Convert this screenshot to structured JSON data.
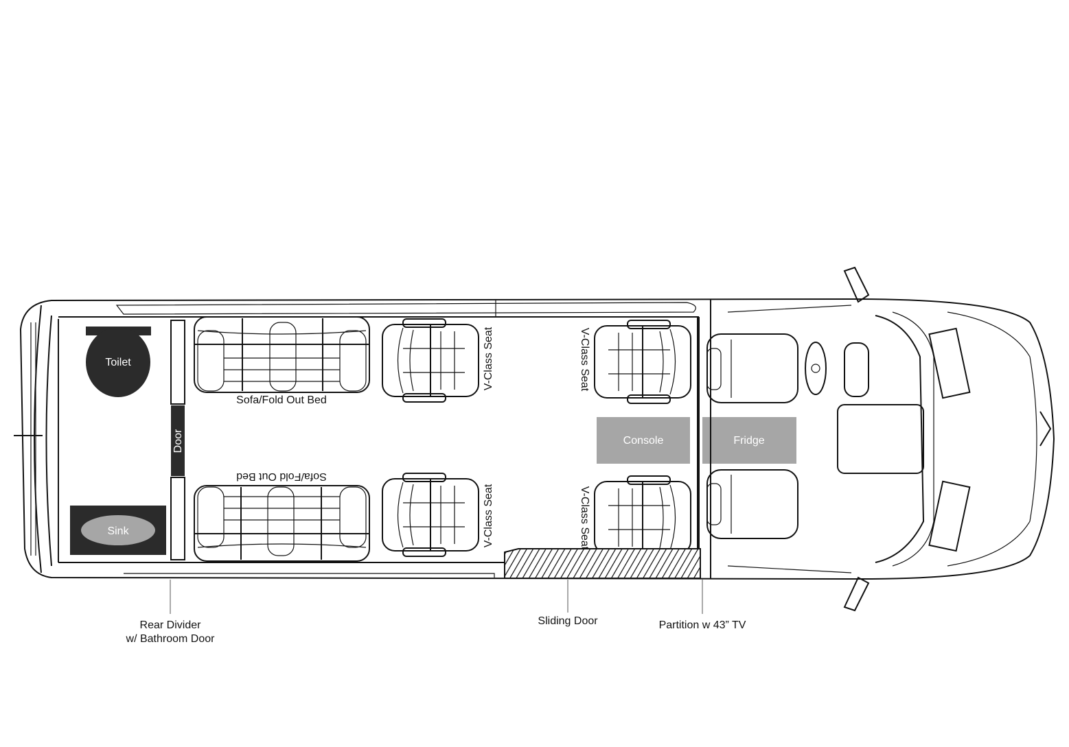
{
  "fixtures": {
    "toilet": "Toilet",
    "sink": "Sink",
    "door": "Door",
    "sofa_top": "Sofa/Fold Out Bed",
    "sofa_bottom": "Sofa/Fold Out Bed",
    "seat_rear_top": "V-Class Seat",
    "seat_rear_bottom": "V-Class Seat",
    "seat_front_top": "V-Class Seat",
    "seat_front_bottom": "V-Class Seat",
    "console": "Console",
    "fridge": "Fridge"
  },
  "callouts": {
    "rear_divider_line1": "Rear Divider",
    "rear_divider_line2": "w/ Bathroom Door",
    "sliding_door": "Sliding Door",
    "partition": "Partition w 43” TV"
  },
  "colors": {
    "dark_fixture": "#2b2b2b",
    "grey_fixture": "#a6a6a6",
    "outline": "#111111"
  }
}
